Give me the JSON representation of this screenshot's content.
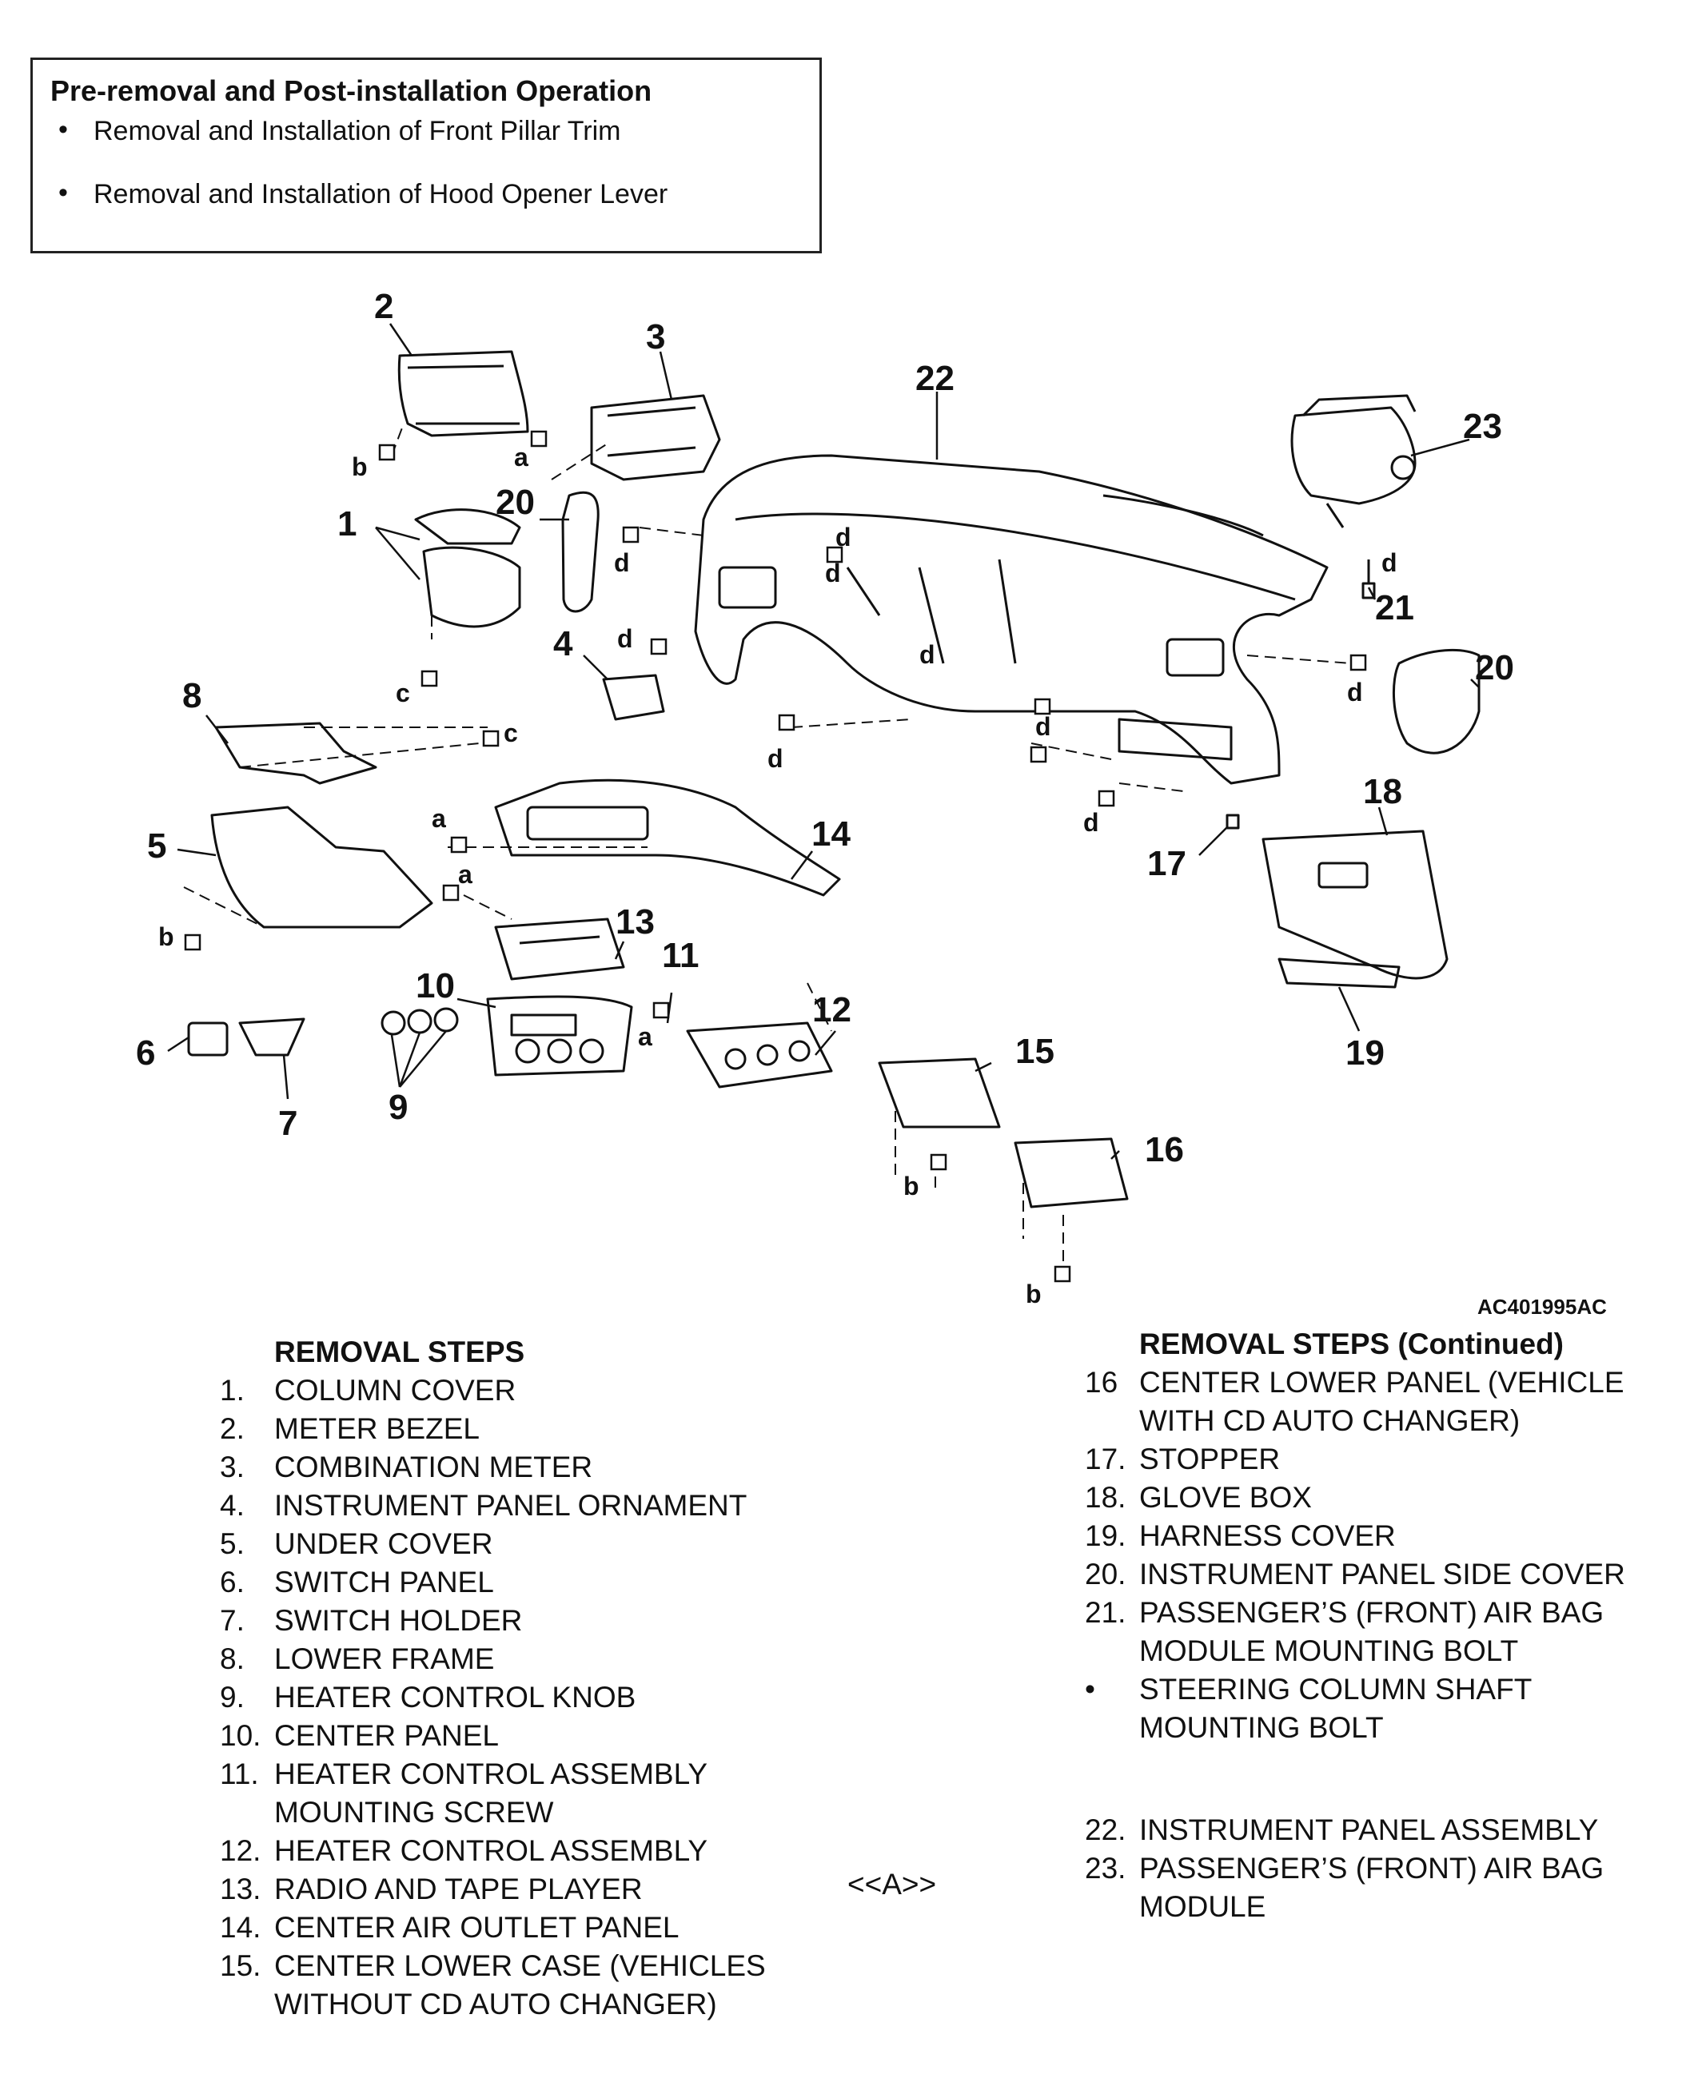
{
  "pre_operation": {
    "title": "Pre-removal and Post-installation Operation",
    "items": [
      "Removal and Installation of Front Pillar Trim",
      "Removal and Installation of Hood Opener Lever"
    ]
  },
  "diagram": {
    "figure_id": "AC401995AC",
    "part_numbers": [
      "1",
      "2",
      "3",
      "4",
      "5",
      "6",
      "7",
      "8",
      "9",
      "10",
      "11",
      "12",
      "13",
      "14",
      "15",
      "16",
      "17",
      "18",
      "19",
      "20",
      "21",
      "22",
      "23"
    ],
    "fastener_letters": [
      "a",
      "b",
      "c",
      "d"
    ]
  },
  "removal_steps": {
    "title": "REMOVAL STEPS",
    "steps": [
      {
        "num": "1.",
        "text": "COLUMN COVER"
      },
      {
        "num": "2.",
        "text": "METER BEZEL"
      },
      {
        "num": "3.",
        "text": "COMBINATION METER"
      },
      {
        "num": "4.",
        "text": "INSTRUMENT PANEL ORNAMENT"
      },
      {
        "num": "5.",
        "text": "UNDER COVER"
      },
      {
        "num": "6.",
        "text": "SWITCH PANEL"
      },
      {
        "num": "7.",
        "text": "SWITCH HOLDER"
      },
      {
        "num": "8.",
        "text": "LOWER FRAME"
      },
      {
        "num": "9.",
        "text": "HEATER CONTROL KNOB"
      },
      {
        "num": "10.",
        "text": "CENTER PANEL"
      },
      {
        "num": "11.",
        "text": "HEATER CONTROL ASSEMBLY"
      },
      {
        "num": "",
        "text": "MOUNTING SCREW"
      },
      {
        "num": "12.",
        "text": "HEATER CONTROL ASSEMBLY"
      },
      {
        "num": "13.",
        "text": "RADIO AND TAPE PLAYER"
      },
      {
        "num": "14.",
        "text": "CENTER AIR OUTLET PANEL"
      },
      {
        "num": "15.",
        "text": "CENTER LOWER CASE (VEHICLES"
      },
      {
        "num": "",
        "text": "WITHOUT CD AUTO CHANGER)"
      }
    ]
  },
  "service_marker": "<<A>>",
  "removal_steps_continued": {
    "title": "REMOVAL STEPS (Continued)",
    "steps": [
      {
        "num": "16",
        "text": "CENTER LOWER PANEL (VEHICLE"
      },
      {
        "num": "",
        "text": "WITH CD AUTO CHANGER)"
      },
      {
        "num": "17.",
        "text": "STOPPER"
      },
      {
        "num": "18.",
        "text": "GLOVE BOX"
      },
      {
        "num": "19.",
        "text": "HARNESS COVER"
      },
      {
        "num": "20.",
        "text": "INSTRUMENT PANEL SIDE COVER"
      },
      {
        "num": "21.",
        "text": "PASSENGER’S (FRONT) AIR BAG"
      },
      {
        "num": "",
        "text": "MODULE MOUNTING BOLT"
      },
      {
        "num": "•",
        "text": "STEERING COLUMN SHAFT"
      },
      {
        "num": "",
        "text": "MOUNTING BOLT"
      },
      {
        "num": "",
        "text": ""
      },
      {
        "num": "22.",
        "text": "INSTRUMENT PANEL ASSEMBLY"
      },
      {
        "num": "23.",
        "text": "PASSENGER’S (FRONT) AIR BAG"
      },
      {
        "num": "",
        "text": "MODULE"
      }
    ]
  }
}
